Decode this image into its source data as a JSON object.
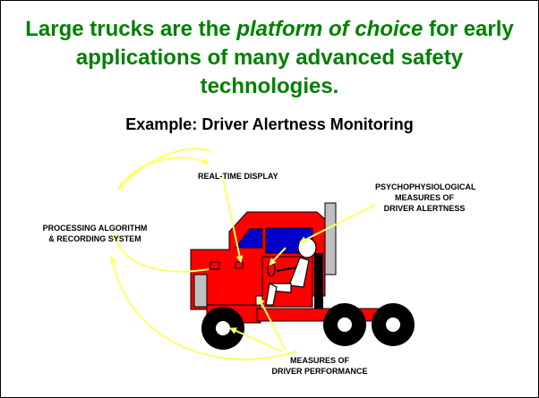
{
  "title": {
    "part1": "Large trucks are the ",
    "emphasis": "platform of choice",
    "part2": " for early applications of many advanced safety technologies."
  },
  "subtitle": "Example:  Driver Alertness Monitoring",
  "labels": {
    "real_time_display": "REAL-TIME DISPLAY",
    "psycho_line1": "PSYCHOPHYSIOLOGICAL",
    "psycho_line2": "MEASURES OF",
    "psycho_line3": "DRIVER ALERTNESS",
    "processing_line1": "PROCESSING ALGORITHM",
    "processing_line2": "& RECORDING SYSTEM",
    "performance_line1": "MEASURES OF",
    "performance_line2": "DRIVER PERFORMANCE"
  },
  "colors": {
    "title": "#008000",
    "arrow": "#ffff66",
    "truck_body": "#ff0000",
    "windows": "#0000cc",
    "tires": "#000000",
    "exhaust": "#c0c0c0"
  }
}
